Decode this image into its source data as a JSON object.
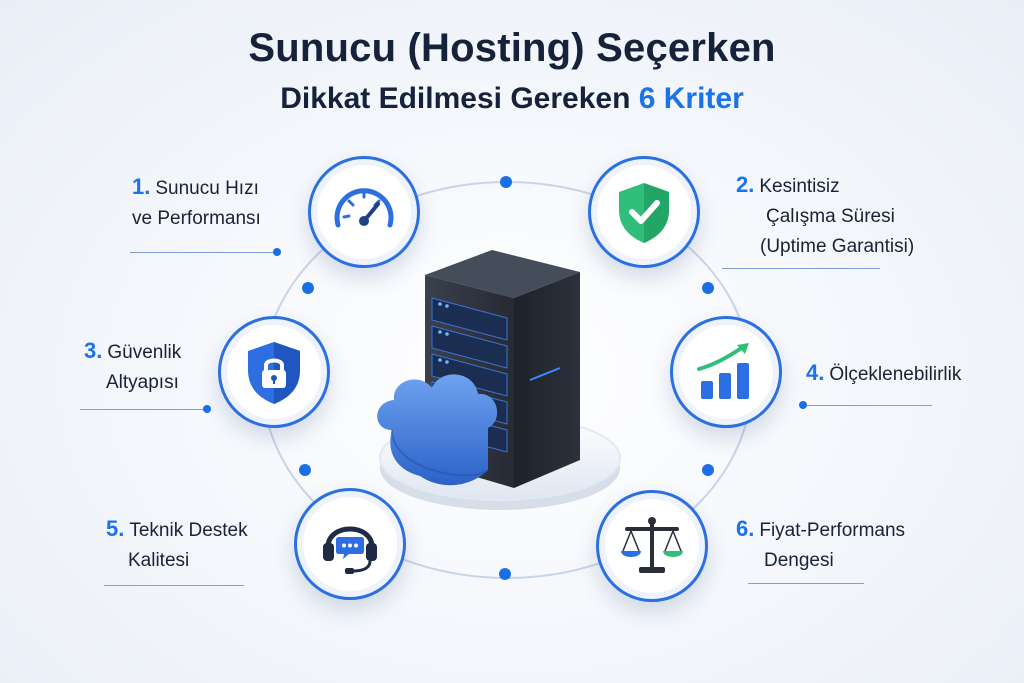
{
  "title": {
    "line1": "Sunucu (Hosting) Seçerken",
    "line2_prefix": "Dikkat Edilmesi Gereken",
    "line2_accent": "6 Kriter"
  },
  "criteria": [
    {
      "num": "1.",
      "line1": "Sunucu Hızı",
      "line2": "ve Performansı",
      "line3": "",
      "icon": "speedometer-icon"
    },
    {
      "num": "2.",
      "line1": "Kesintisiz",
      "line2": "Çalışma Süresi",
      "line3": "(Uptime Garantisi)",
      "icon": "shield-check-icon"
    },
    {
      "num": "3.",
      "line1": "Güvenlik",
      "line2": "Altyapısı",
      "line3": "",
      "icon": "shield-lock-icon"
    },
    {
      "num": "4.",
      "line1": "Ölçeklenebilirlik",
      "line2": "",
      "line3": "",
      "icon": "growth-chart-icon"
    },
    {
      "num": "5.",
      "line1": "Teknik Destek",
      "line2": "Kalitesi",
      "line3": "",
      "icon": "headset-icon"
    },
    {
      "num": "6.",
      "line1": "Fiyat-Performans",
      "line2": "Dengesi",
      "line3": "",
      "icon": "balance-scale-icon"
    }
  ],
  "colors": {
    "accent": "#1a73e8",
    "ring": "#c9d4e6",
    "circle_border": "#2b6fe0",
    "shield_green": "#2fbf7a",
    "server_dark": "#2a2f3a",
    "cloud_blue": "#3f7fe0"
  }
}
